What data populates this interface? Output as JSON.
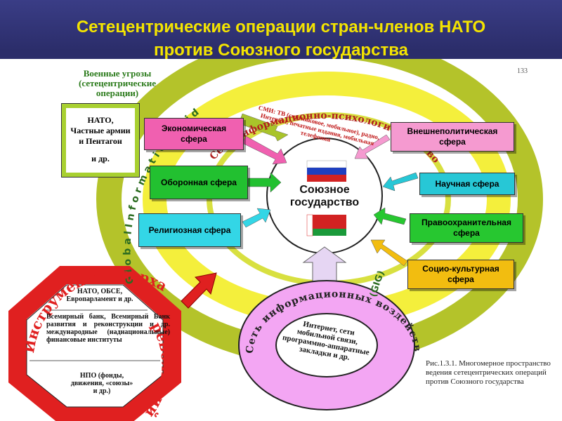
{
  "slide": {
    "title_line1": "Сетецентрические операции стран-членов НАТО",
    "title_line2": "против Союзного государства"
  },
  "figure": {
    "page_number": "133",
    "military_threats": "Военные угрозы (сетецентрические операции)",
    "nato_box": {
      "line1": "НАТО,",
      "line2": "Частные армии",
      "line3": "и Пентагон",
      "line4": "и др."
    },
    "center": {
      "label_line1": "Союзное",
      "label_line2": "государство"
    },
    "left_spheres": [
      {
        "label": "Экономическая сфера",
        "color": "#f060b0"
      },
      {
        "label": "Оборонная сфера",
        "color": "#22c030"
      },
      {
        "label": "Религиозная сфера",
        "color": "#33d6e6"
      }
    ],
    "right_spheres": [
      {
        "label": "Внешнеполитическая сфера",
        "color": "#f59ad0"
      },
      {
        "label": "Научная сфера",
        "color": "#27c7d6"
      },
      {
        "label": "Правоохранительная сфера",
        "color": "#27c730"
      },
      {
        "label": "Социо-культурная сфера",
        "color": "#f2bd10"
      }
    ],
    "info_network_label": "Сеть информационно-психологических воздействий",
    "media_label": "СМИ: ТВ (спутниковое, мобильное), радио, Интернет, печатные издания, мобильная телефония",
    "gig_label": "G l o b a l  I n f o r m a t i o n  G r i d",
    "gig_abbr": "(GIG)",
    "velvet_label_top": "Инструменты \"бархатных",
    "velvet_label_bottom": "революций\"",
    "velvet_items": [
      "НАТО, ОБСЕ, Европарламент и др.",
      "Всемирный банк, Всемирный Банк развития и реконструкции и др. международные (наднациональные) финансовые институты",
      "НПО (фонды, движения, «союзы» и др.)"
    ],
    "technosphere_label": "Сеть информационных воздействий в техносфере",
    "internet_items": "Интернет, сети мобильной связи, программно-аппаратные закладки и др.",
    "caption": "Рис.1.3.1. Многомерное пространство ведения сетецентрических операций против Союзного государства"
  },
  "colors": {
    "title": "#f4e400",
    "slide_background": "#2b2d6a",
    "ring_yellow": "#f4ef3c",
    "ring_olive": "#b4c32a",
    "network_ring_pink": "#f3a6f3",
    "octagon_red": "#e02020",
    "russia_flag": [
      "#ffffff",
      "#1f3fbf",
      "#d22"
    ],
    "belarus_flag": [
      "#d22222",
      "#1a9a3a"
    ]
  }
}
